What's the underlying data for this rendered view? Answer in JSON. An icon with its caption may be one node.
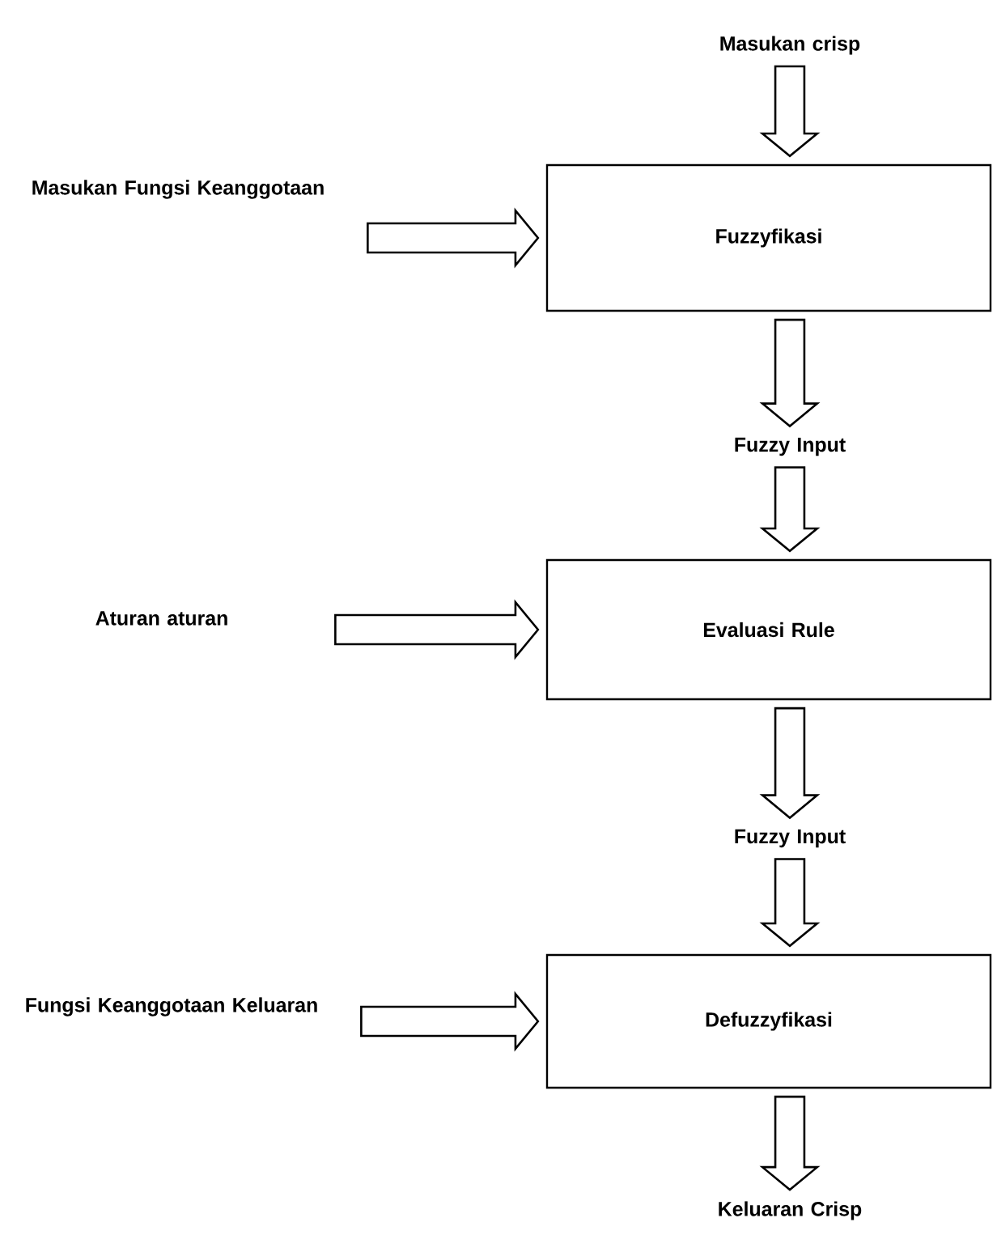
{
  "diagram": {
    "nodes": [
      {
        "text": [
          "Masukan crisp"
        ]
      },
      {
        "text": [
          "Fuzzyfikasi"
        ]
      },
      {
        "text": [
          "Masukan Fungsi Keanggotaan"
        ]
      },
      {
        "text": [
          "Fuzzy Input"
        ]
      },
      {
        "text": [
          "Evaluasi Rule"
        ]
      },
      {
        "text": [
          "Aturan aturan"
        ]
      },
      {
        "text": [
          "Fuzzy Input"
        ]
      },
      {
        "text": [
          "Defuzzyfikasi"
        ]
      },
      {
        "text": [
          "Fungsi Keanggotaan Keluaran"
        ]
      },
      {
        "text": [
          "Keluaran Crisp"
        ]
      }
    ],
    "edges": [
      {
        "from": 0,
        "to": 1,
        "arrow": "to"
      },
      {
        "from": 2,
        "to": 1,
        "arrow": "to"
      },
      {
        "from": 1,
        "to": 3,
        "arrow": "to"
      },
      {
        "from": 3,
        "to": 4,
        "arrow": "to"
      },
      {
        "from": 5,
        "to": 4,
        "arrow": "to"
      },
      {
        "from": 4,
        "to": 6,
        "arrow": "to"
      },
      {
        "from": 6,
        "to": 7,
        "arrow": "to"
      },
      {
        "from": 8,
        "to": 7,
        "arrow": "to"
      },
      {
        "from": 7,
        "to": 9,
        "arrow": "to"
      }
    ]
  }
}
